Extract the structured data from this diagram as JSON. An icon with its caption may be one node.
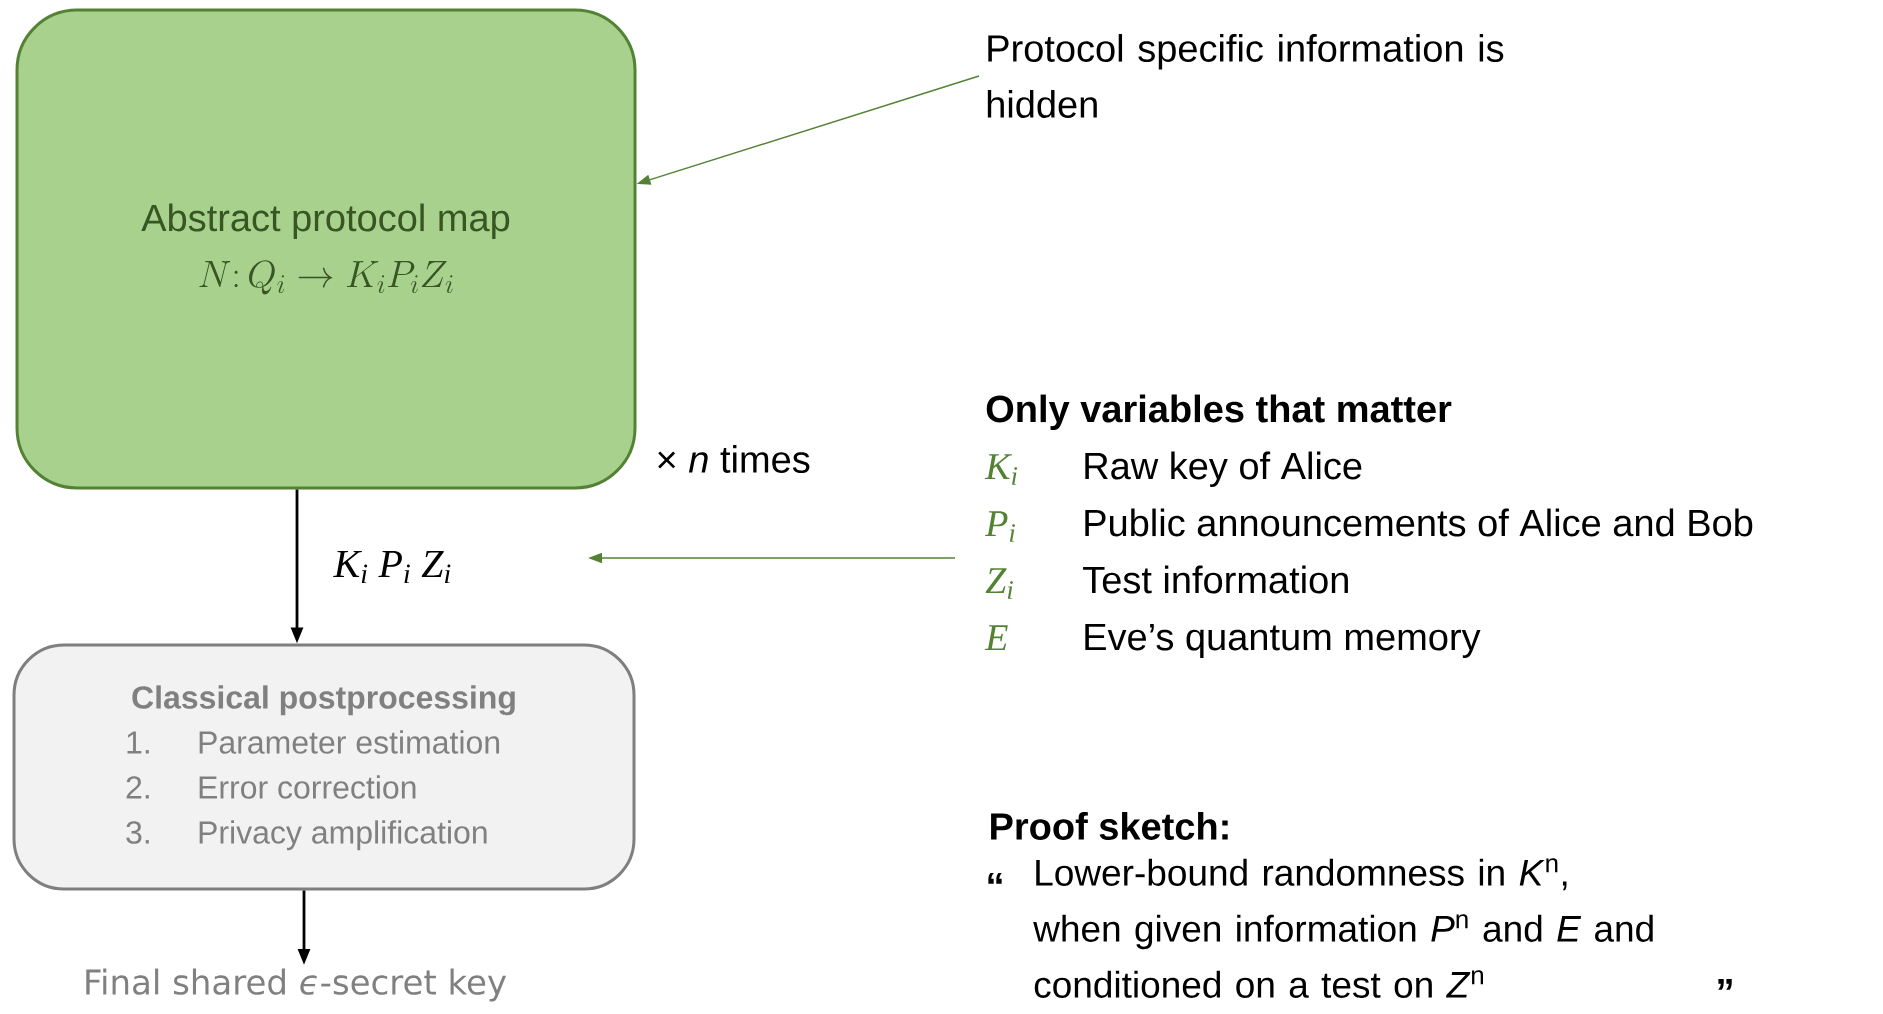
{
  "diagram": {
    "nodes": [
      {
        "text": [
          "Abstract protocol map",
          "N\\colon Q_i \\rightarrow K_i P_i Z_i"
        ],
        "beside": [
          "× *n* times"
        ]
      },
      {
        "text": [
          "Classical postprocessing",
          "1.",
          "Parameter estimation",
          "2.",
          "Error correction",
          "3.",
          "Privacy amplification"
        ]
      },
      {
        "text": [
          "Final shared *ϵ*-secret key"
        ]
      },
      {
        "text": [
          "Protocol specific information is hidden"
        ]
      },
      {
        "text": [
          "Only variables that matter",
          "*K*$_{i}$",
          "Raw key of Alice",
          "*P*$_{i}$",
          "Public announcements of Alice and Bob",
          "*Z*$_{i}$",
          "Test information",
          "*E*",
          "Eve’s quantum memory"
        ]
      }
    ],
    "edges": [
      {
        "from": 0,
        "to": 1,
        "arrow": "to",
        "label": "*K*$_{i}$ *P*$_{i}$ *Z*$_{i}$"
      },
      {
        "from": 1,
        "to": 2,
        "arrow": "to"
      },
      {
        "from": 3,
        "to": 0,
        "arrow": "to",
        "color": "#548235"
      },
      {
        "from": 4,
        "to": null,
        "arrow": "to",
        "color": "#548235"
      }
    ],
    "labels": [
      "Proof sketch:",
      "“",
      "Lower-bound randomness in *K*$^{n}$, when given information *P*$^{n}$ and *E* and conditioned on a test on *Z*$^{n}$",
      "”"
    ]
  }
}
